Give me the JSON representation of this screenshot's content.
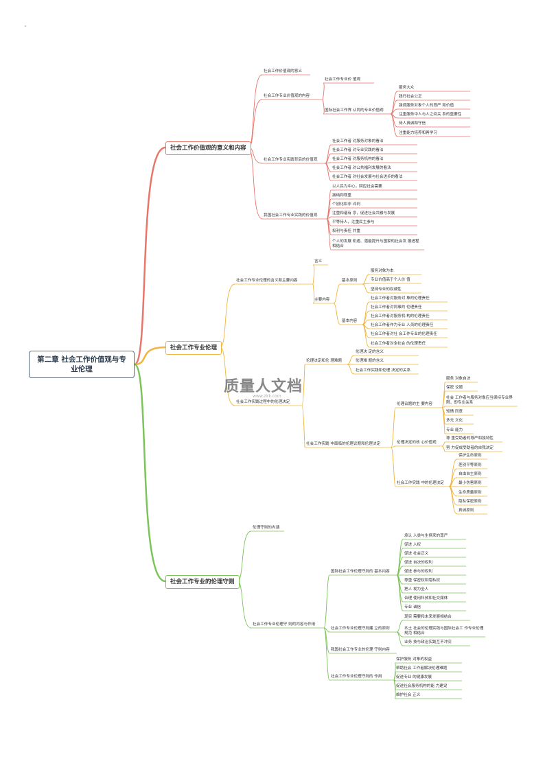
{
  "root": "第二章 社会工作价值观与专业伦理",
  "watermark": {
    "main_a": "质量",
    "main_b": "人文档",
    "url": "www.zlrk.com"
  },
  "colors": {
    "red": "#e8756a",
    "orange": "#f0b43a",
    "green": "#7cc35a",
    "root_border": "#5a6b7d"
  },
  "branches": {
    "b1": {
      "label": "社会工作价值观的意义和内容"
    },
    "b2": {
      "label": "社会工作专业伦理"
    },
    "b3": {
      "label": "社会工作专业的伦理守则"
    }
  },
  "b1": {
    "n1": "社会工作价值观的意义",
    "n2": "社会工作专业价值观的内容",
    "n2a": "社会工作专业价 值观",
    "n2b": "国际社会工作界 认同的专业价值观",
    "n2b_items": [
      "服务大众",
      "践行社会公正",
      "强调服务对象个人的尊严 和价值",
      "注重服务中人与人之间关 系的重要性",
      "待人真诚和守信",
      "注重能力培养和再学习"
    ],
    "n3": "社会工作专业实践背后的价值观",
    "n3_items": [
      "社会工作者 对服务对象的看法",
      "社会工作者 对专业实践的看法",
      "社会工作者 对服务机构的看法",
      "社会工作者 对公共福利发展的看法",
      "社会工作者 对社会发展与社会进步的看法"
    ],
    "n4": "我国社会工作专业实践的价值观",
    "n4_items": [
      "以人民为中心，回应社会需要",
      "接纳和尊重",
      "个别化和非 评判",
      "注重和谐有 序，促进社会共融与发展",
      "平等待人，注重民主参与",
      "权利与责任 并重",
      "个人的发展 机遇、潜能提升与国家的社会发 展进程相结合"
    ]
  },
  "b2": {
    "m1": "社会工作专业伦理的含义和主要内容",
    "m1a": "含义",
    "m1b": "主要内容",
    "m1b1": "基本原则",
    "m1b1_items": [
      "服务对象为本",
      "专业价值高于个人价 值",
      "坚持专业的权威性"
    ],
    "m1b2": "基本内容",
    "m1b2_items": [
      "社会工作者对服务对 象的伦理责任",
      "社会工作者对同事的 伦理责任",
      "社会工作者对服务机 构的伦理责任",
      "社会工作者作为专业 人员的伦理责任",
      "社会工作者对社 会工作专业的伦理责任",
      "社会工作者对全社会 的伦理责任"
    ],
    "m2": "社会工作实践过程中的伦理决定",
    "m2a": "伦理决定和伦 理难题",
    "m2a_items": [
      "伦理决 定的含义",
      "伦理难 题的含义",
      "社会工作实践和伦理 决定的关系"
    ],
    "m2b": "社会工作实践 中面临的伦理议题和伦理决定",
    "m2b1": "伦理议题的主 要内容",
    "m2b1_items": [
      "服务 对象自决",
      "保密 议题",
      "社会 工作者与服务对象应当保持专业界限，即专业关系",
      "知情 同意",
      "多元 文化",
      "专业 能力"
    ],
    "m2b2": "伦理决定的核 心价值观",
    "m2b2_items": [
      "尊 重受助者的尊严和独特性",
      "努 力促成受助者的自我决定"
    ],
    "m2b3": "社会工作实践 中的伦理决定",
    "m2b3_items": [
      "保护生命原则",
      "差别平等原则",
      "自由自主原则",
      "最小伤害原则",
      "生命质量原则",
      "隐私保密原则",
      "真诚原则"
    ]
  },
  "b3": {
    "k1": "伦理守则的内涵",
    "k2": "社会工作专业伦理守 则的内容与作用",
    "k2a": "国际社会工作伦理守则的 基本内容",
    "k2a_items": [
      "承认 人类与生俱来的尊严",
      "促进 人权",
      "促进 社会正义",
      "促进 自决的权利",
      "促进 参与的权利",
      "尊重 保密权和隐私权",
      "把人 视为全人",
      "合理 使用科技和社交媒体",
      "专业 诚信"
    ],
    "k2b": "社会工作专业伦理守则建 立的原则",
    "k2b_items": [
      "现实 需要和未来发展相结合",
      "本土 社会的伦理实践与国际社会工 作专业伦理规范 相结合",
      "业务 技与政治实践互不冲突"
    ],
    "k2c": "我国社会工作专业的伦理 守则内容",
    "k2d": "社会工作专业伦理守则的 作用",
    "k2d_items": [
      "保护服务 对象的权益",
      "帮助社会 工作者解决伦理难题",
      "促进专业 的健康发展",
      "促进社会服务机构的能 力建设",
      "维护社会 正义"
    ]
  }
}
